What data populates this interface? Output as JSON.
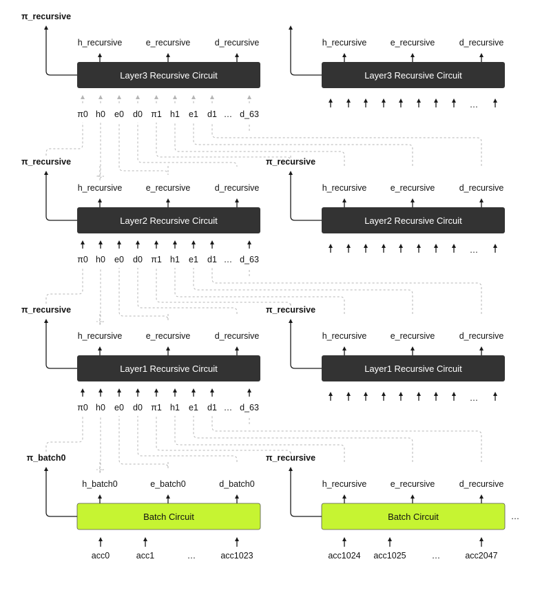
{
  "colors": {
    "dark_box": "#333333",
    "batch_box": "#c6f432",
    "dark_text": "#ffffff",
    "batch_text": "#111111",
    "dashed_line": "#b5b5b5"
  },
  "layers": [
    {
      "id": "layer3",
      "left": {
        "pi": "π_recursive",
        "box": "Layer3 Recursive Circuit",
        "outputs": [
          "h_recursive",
          "e_recursive",
          "d_recursive"
        ]
      },
      "right": {
        "pi": "",
        "box": "Layer3 Recursive Circuit",
        "outputs": [
          "h_recursive",
          "e_recursive",
          "d_recursive"
        ]
      },
      "inputs": [
        "π0",
        "h0",
        "e0",
        "d0",
        "π1",
        "h1",
        "e1",
        "d1",
        "…",
        "d_63"
      ],
      "right_ellipsis": "…"
    },
    {
      "id": "layer2",
      "left": {
        "pi": "π_recursive",
        "box": "Layer2 Recursive Circuit",
        "outputs": [
          "h_recursive",
          "e_recursive",
          "d_recursive"
        ]
      },
      "right": {
        "pi": "π_recursive",
        "box": "Layer2 Recursive Circuit",
        "outputs": [
          "h_recursive",
          "e_recursive",
          "d_recursive"
        ]
      },
      "inputs": [
        "π0",
        "h0",
        "e0",
        "d0",
        "π1",
        "h1",
        "e1",
        "d1",
        "…",
        "d_63"
      ],
      "right_ellipsis": "…"
    },
    {
      "id": "layer1",
      "left": {
        "pi": "π_recursive",
        "box": "Layer1 Recursive Circuit",
        "outputs": [
          "h_recursive",
          "e_recursive",
          "d_recursive"
        ]
      },
      "right": {
        "pi": "π_recursive",
        "box": "Layer1 Recursive Circuit",
        "outputs": [
          "h_recursive",
          "e_recursive",
          "d_recursive"
        ]
      },
      "inputs": [
        "π0",
        "h0",
        "e0",
        "d0",
        "π1",
        "h1",
        "e1",
        "d1",
        "…",
        "d_63"
      ],
      "right_ellipsis": "…"
    }
  ],
  "batch": {
    "left": {
      "pi": "π_batch0",
      "box": "Batch Circuit",
      "outputs": [
        "h_batch0",
        "e_batch0",
        "d_batch0"
      ],
      "inputs": [
        "acc0",
        "acc1",
        "…",
        "acc1023"
      ]
    },
    "right": {
      "pi": "π_recursive",
      "box": "Batch Circuit",
      "outputs": [
        "h_recursive",
        "e_recursive",
        "d_recursive"
      ],
      "inputs": [
        "acc1024",
        "acc1025",
        "…",
        "acc2047"
      ]
    },
    "trailing_ellipsis": "…"
  }
}
